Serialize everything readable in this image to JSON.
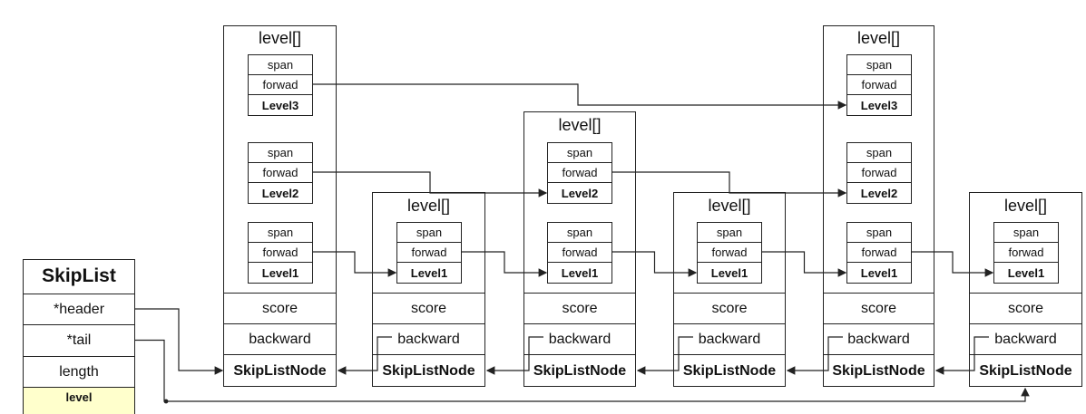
{
  "skiplist": {
    "title": "SkipList",
    "fields": [
      "*header",
      "*tail",
      "length",
      "level"
    ]
  },
  "node_labels": {
    "level_array": "level[]",
    "span": "span",
    "forward": "forwad",
    "score": "score",
    "backward": "backward",
    "node_name": "SkipListNode"
  },
  "level_names": [
    "Level1",
    "Level2",
    "Level3"
  ],
  "nodes": [
    {
      "levels": 3
    },
    {
      "levels": 1
    },
    {
      "levels": 2
    },
    {
      "levels": 1
    },
    {
      "levels": 3
    },
    {
      "levels": 1
    }
  ],
  "colors": {
    "line": "#222222",
    "highlight": "#ffffcc"
  }
}
